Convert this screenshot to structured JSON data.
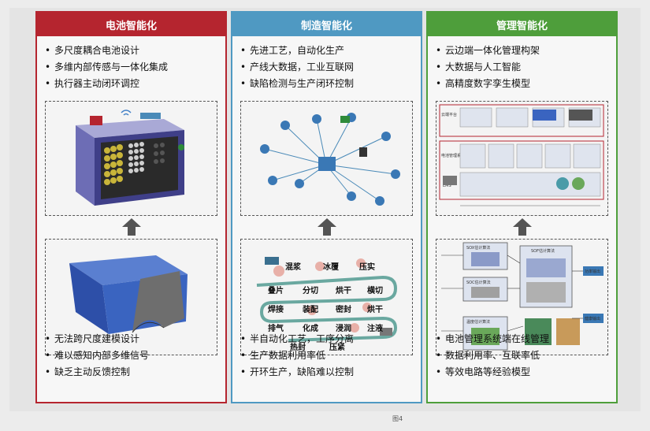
{
  "panels": [
    {
      "title": "电池智能化",
      "accent": "#b5252f",
      "top_points": [
        "多尺度耦合电池设计",
        "多维内部传感与一体化集成",
        "执行器主动闭环调控"
      ],
      "bottom_points": [
        "无法跨尺度建模设计",
        "难以感知内部多维信号",
        "缺乏主动反馈控制"
      ]
    },
    {
      "title": "制造智能化",
      "accent": "#4f99c2",
      "top_points": [
        "先进工艺，自动化生产",
        "产线大数据，工业互联网",
        "缺陷检测与生产闭环控制"
      ],
      "bottom_points": [
        "半自动化工艺，工序分离",
        "生产数据利用率低",
        "开环生产，缺陷难以控制"
      ],
      "process_steps": [
        "混浆",
        "冰覆",
        "压实",
        "叠片",
        "分切",
        "烘干",
        "横切",
        "焊接",
        "装配",
        "密封",
        "烘干",
        "排气",
        "化成",
        "浸润",
        "注液",
        "热封",
        "压紧"
      ]
    },
    {
      "title": "管理智能化",
      "accent": "#4e9e3b",
      "top_points": [
        "云边端一体化管理构架",
        "大数据与人工智能",
        "高精度数字孪生模型"
      ],
      "bottom_points": [
        "电池管理系统端在线管理",
        "数据利用率、互联率低",
        "等效电路等经验模型"
      ],
      "ems_labels": [
        "云端平台",
        "电池管理系统",
        "EMS"
      ],
      "algo_labels": [
        "SOX估计算法",
        "SOC估计算法",
        "SOF估计算法",
        "温度估计算法"
      ],
      "output_labels": [
        "功率输出",
        "健康输出"
      ]
    }
  ],
  "caption": "图4"
}
